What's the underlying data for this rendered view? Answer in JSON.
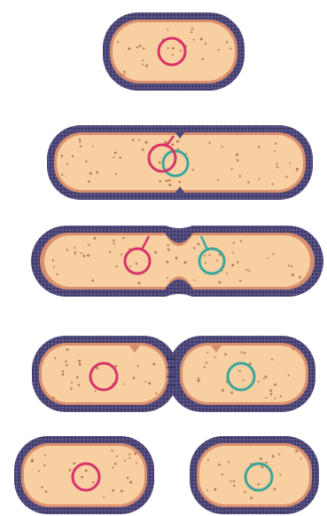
{
  "colors": {
    "background": "#ffffff",
    "wall": "#4f4a7a",
    "wall_speckle": "#2d2850",
    "membrane": "#d98e6e",
    "cytoplasm": "#f7cfa1",
    "ribosome": "#b7764f",
    "dna_magenta": "#d6336b",
    "dna_teal": "#3aa79a"
  },
  "stages": [
    {
      "id": "single-cell"
    },
    {
      "id": "dna-replication"
    },
    {
      "id": "chromosome-segregation"
    },
    {
      "id": "septum-formation"
    },
    {
      "id": "daughter-cells"
    }
  ]
}
